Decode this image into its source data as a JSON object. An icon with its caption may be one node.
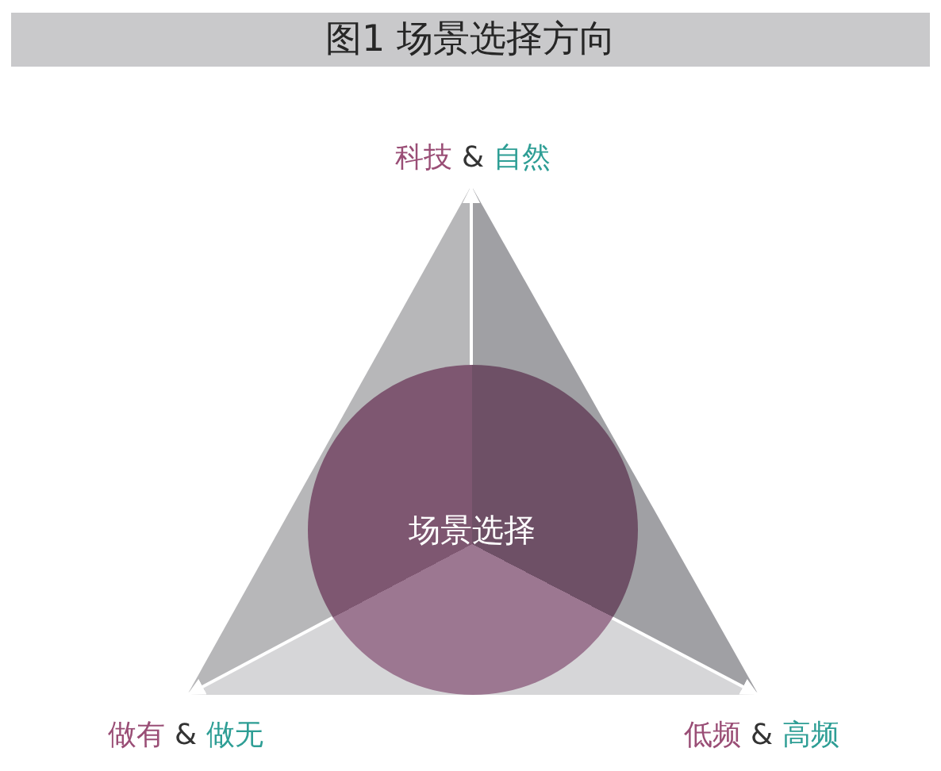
{
  "diagram": {
    "title": "图1 场景选择方向",
    "nodes": [
      {
        "text": [
          "科技 & 自然"
        ]
      },
      {
        "text": [
          "场景选择"
        ]
      },
      {
        "text": [
          "做有 & 做无"
        ]
      },
      {
        "text": [
          "低频 & 高频"
        ]
      }
    ],
    "edges": [
      {
        "from": 1,
        "to": 0,
        "arrow": "to"
      },
      {
        "from": 1,
        "to": 2,
        "arrow": "to"
      },
      {
        "from": 1,
        "to": 3,
        "arrow": "to"
      }
    ]
  }
}
